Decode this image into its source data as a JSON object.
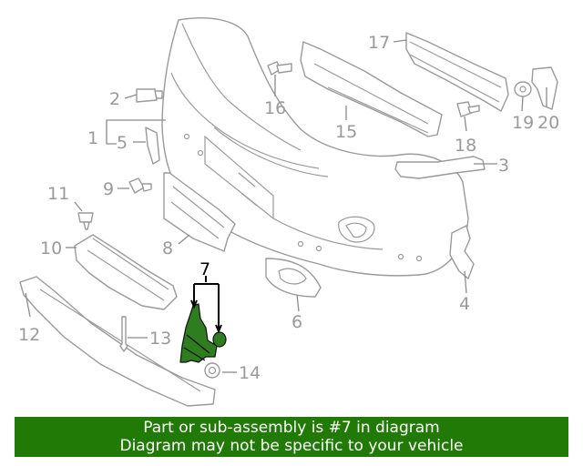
{
  "callouts": {
    "c1": "1",
    "c2": "2",
    "c3": "3",
    "c4": "4",
    "c5": "5",
    "c6": "6",
    "c7": "7",
    "c8": "8",
    "c9": "9",
    "c10": "10",
    "c11": "11",
    "c12": "12",
    "c13": "13",
    "c14": "14",
    "c15": "15",
    "c16": "16",
    "c17": "17",
    "c18": "18",
    "c19": "19",
    "c20": "20"
  },
  "highlight": {
    "part_number": "7",
    "color": "#217a06"
  },
  "banner": {
    "line1": "Part or sub-assembly is #7 in diagram",
    "line2": "Diagram may not be specific to your vehicle"
  }
}
